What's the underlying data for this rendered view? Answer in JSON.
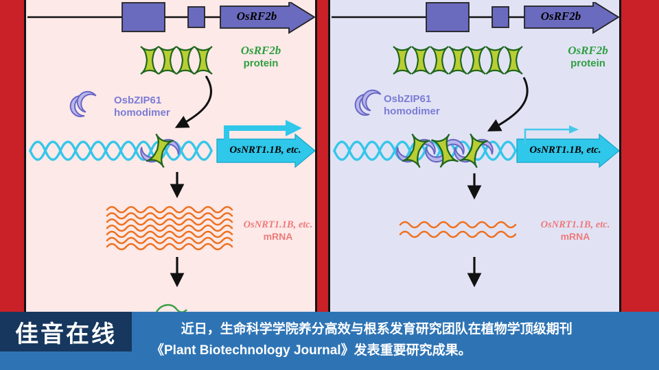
{
  "colors": {
    "background_red": "#c92127",
    "left_panel_bg": "#fce9e8",
    "right_panel_bg": "#e1e3f5",
    "gene_purple": "#6a6abe",
    "protein_green_fill": "#b9ce33",
    "protein_green_stroke": "#20661f",
    "protein_label_green": "#2f9e3f",
    "dimer_label_purple": "#7b7bd4",
    "dna_cyan": "#35c6ea",
    "target_arrow_cyan": "#2fc7ea",
    "mrna_orange": "#ee7120",
    "mrna_label_pink": "#ee7a7a",
    "banner_blue": "#2e74b5",
    "brand_navy": "#17375e"
  },
  "diagram": {
    "gene_label": "OsRF2b",
    "protein_label": {
      "line1": "OsRF2b",
      "line2": "protein"
    },
    "dimer_label": {
      "line1": "OsbZIP61",
      "line2": "homodimer"
    },
    "target_label": "OsNRT1.1B, etc.",
    "mrna_label": {
      "line1": "OsNRT1.1B, etc.",
      "line2": "mRNA"
    }
  },
  "banner": {
    "brand": "佳音在线",
    "line1": "近日，生命科学学院养分高效与根系发育研究团队在植物学顶级期刊",
    "line2": "《Plant Biotechnology Journal》发表重要研究成果。"
  }
}
